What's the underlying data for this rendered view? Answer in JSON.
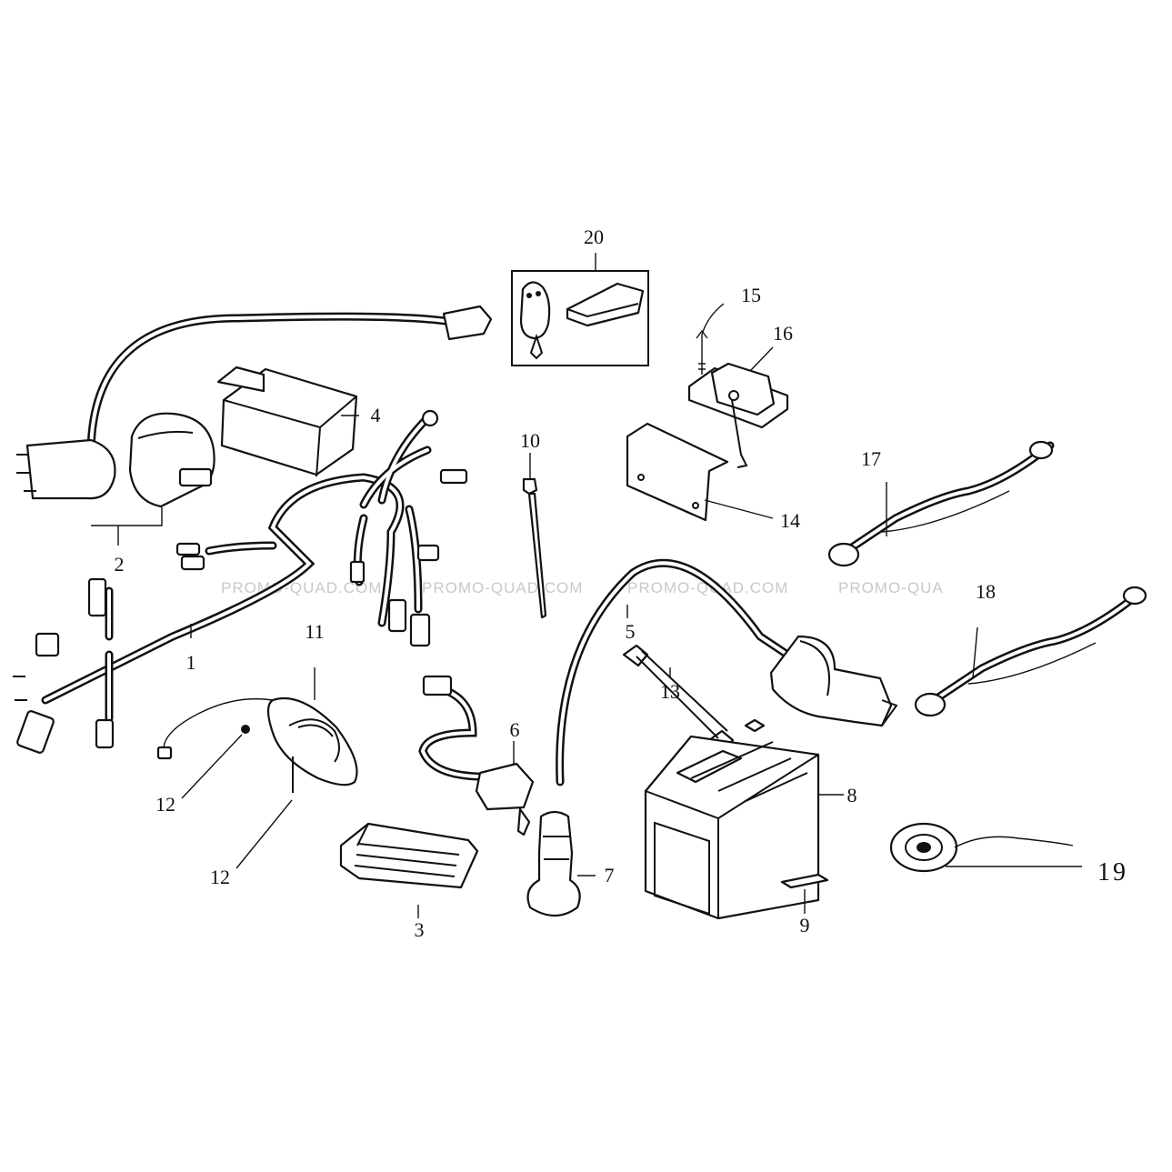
{
  "watermark": "PROMO-QUAD.COM",
  "watermark_cut": "PROMO-QUA",
  "labels": {
    "p1": "1",
    "p2": "2",
    "p3": "3",
    "p4": "4",
    "p5": "5",
    "p6": "6",
    "p7": "7",
    "p8": "8",
    "p9": "9",
    "p10": "10",
    "p11": "11",
    "p12a": "12",
    "p12b": "12",
    "p13": "13",
    "p14": "14",
    "p15": "15",
    "p16": "16",
    "p17": "17",
    "p18": "18",
    "p19": "19",
    "p20": "20"
  }
}
